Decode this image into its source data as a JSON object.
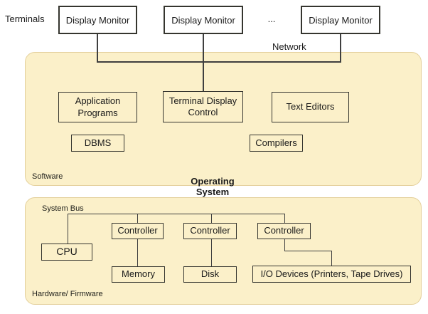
{
  "labels": {
    "terminals": "Terminals",
    "network": "Network",
    "ellipsis": "...",
    "software": "Software",
    "operating_line1": "Operating",
    "operating_line2": "System",
    "system_bus": "System Bus",
    "hardware": "Hardware/ Firmware"
  },
  "monitors": [
    "Display Monitor",
    "Display Monitor",
    "Display Monitor"
  ],
  "software_boxes": {
    "application_programs": "Application Programs",
    "terminal_display_control": "Terminal Display Control",
    "text_editors": "Text Editors",
    "dbms": "DBMS",
    "compilers": "Compilers"
  },
  "hardware_boxes": {
    "cpu": "CPU",
    "controller_1": "Controller",
    "controller_2": "Controller",
    "controller_3": "Controller",
    "memory": "Memory",
    "disk": "Disk",
    "io_devices": "I/O Devices (Printers, Tape Drives)"
  },
  "colors": {
    "panel_fill": "#fbf0c9",
    "panel_border": "#e4d09c",
    "connector": "#3f3f3f",
    "box_border": "#35352f"
  }
}
